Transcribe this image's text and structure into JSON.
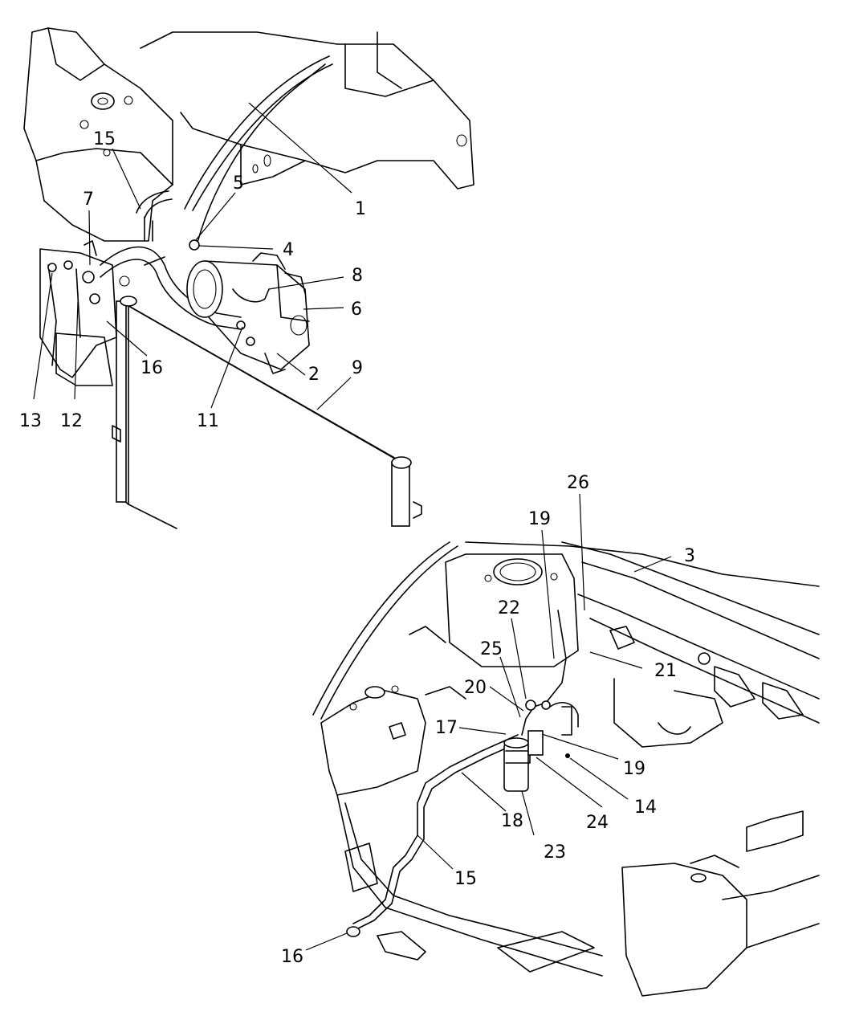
{
  "callouts": {
    "c1": "1",
    "c2": "2",
    "c3": "3",
    "c4": "4",
    "c5": "5",
    "c6": "6",
    "c7": "7",
    "c8": "8",
    "c9": "9",
    "c11": "11",
    "c12": "12",
    "c13": "13",
    "c14": "14",
    "c15a": "15",
    "c15b": "15",
    "c16a": "16",
    "c16b": "16",
    "c17": "17",
    "c18": "18",
    "c19a": "19",
    "c19b": "19",
    "c20": "20",
    "c21": "21",
    "c22": "22",
    "c23": "23",
    "c24": "24",
    "c25": "25",
    "c26": "26"
  }
}
